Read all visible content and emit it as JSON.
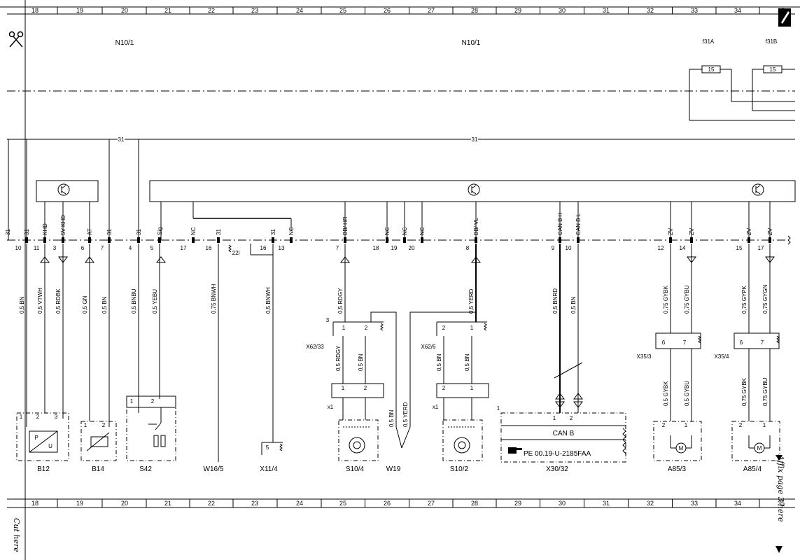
{
  "ruler": {
    "columns": [
      "18",
      "19",
      "20",
      "21",
      "22",
      "23",
      "24",
      "25",
      "26",
      "27",
      "28",
      "29",
      "30",
      "31",
      "32",
      "33",
      "34",
      "35"
    ]
  },
  "components": {
    "n10_1_left": "N10/1",
    "n10_1_right": "N10/1",
    "f31a": "f31A",
    "f31b": "f31B",
    "fuse_value": "15",
    "ground_label": "31",
    "pin_22l": "22l",
    "can_b": "CAN B",
    "pe_ref": "PE 00.19-U-2185FAA",
    "x62_33": "X62/33",
    "x62_6": "X62/6",
    "x35_3": "X35/3",
    "x35_4": "X35/4",
    "x1": "x1",
    "num_3": "3",
    "num_1": "1"
  },
  "connector_pins": [
    {
      "pin": "10",
      "signal": "31"
    },
    {
      "pin": "11",
      "signal": "KHD"
    },
    {
      "pin": "3",
      "signal": "5V KHD"
    },
    {
      "pin": "6",
      "signal": "AT"
    },
    {
      "pin": "7",
      "signal": "31"
    },
    {
      "pin": "4",
      "signal": "31"
    },
    {
      "pin": "5",
      "signal": "Sig"
    },
    {
      "pin": "17",
      "signal": "NC"
    },
    {
      "pin": "16",
      "signal": "31"
    },
    {
      "pin": "16",
      "signal": "31"
    },
    {
      "pin": "13",
      "signal": "NC"
    },
    {
      "pin": "7",
      "signal": "BB/ HR"
    },
    {
      "pin": "18",
      "signal": "NC"
    },
    {
      "pin": "19",
      "signal": "NC"
    },
    {
      "pin": "20",
      "signal": "NC"
    },
    {
      "pin": "8",
      "signal": "BB/ VL"
    },
    {
      "pin": "9",
      "signal": "CAN B H"
    },
    {
      "pin": "10",
      "signal": "CAN B L"
    },
    {
      "pin": "12",
      "signal": "ZV"
    },
    {
      "pin": "14",
      "signal": "ZV"
    },
    {
      "pin": "15",
      "signal": "ZV"
    },
    {
      "pin": "17",
      "signal": "ZV"
    }
  ],
  "wires_upper": [
    "0,5 BN",
    "0,5 VTWH",
    "0,5 RDBK",
    "0,5 GN",
    "0,5 BN",
    "0,5 BNBU",
    "0,5 YEBU",
    "0,75 BNWH",
    "0,5 BNWH",
    "0,5 RDGY",
    "0,5 YERD",
    "0,5 BNRD",
    "0,5 BN",
    "0,75 GYBK",
    "0,75 GYBU",
    "0,75 GYPK",
    "0,75 GYGN"
  ],
  "wires_lower": [
    "0,5 RDGY",
    "0,5 BN",
    "0,5 BN",
    "0,5 YERD",
    "0,5 BN",
    "0,5 BN",
    "0,5 GYBK",
    "0,5 GYBU",
    "0,75 GYBK",
    "0,75 GYBU"
  ],
  "bottom_components": [
    "B12",
    "B14",
    "S42",
    "W16/5",
    "X11/4",
    "S10/4",
    "W19",
    "S10/2",
    "X30/32",
    "A85/3",
    "A85/4"
  ],
  "small_pins": {
    "b12": [
      "1",
      "2",
      "3"
    ],
    "b14": [
      "1",
      "2"
    ],
    "s42": [
      "1",
      "2"
    ],
    "x62": [
      "1",
      "2"
    ],
    "x35_3": [
      "6",
      "7"
    ],
    "x35_4": [
      "6",
      "7"
    ],
    "a85": [
      "2",
      "1"
    ],
    "x30": [
      "1",
      "2"
    ],
    "x11": "5",
    "b12_symbol_p": "P",
    "b12_symbol_u": "U",
    "motor": "M"
  },
  "margin_text": {
    "affix": "Affix page 3 here",
    "cut": "Cut here"
  }
}
